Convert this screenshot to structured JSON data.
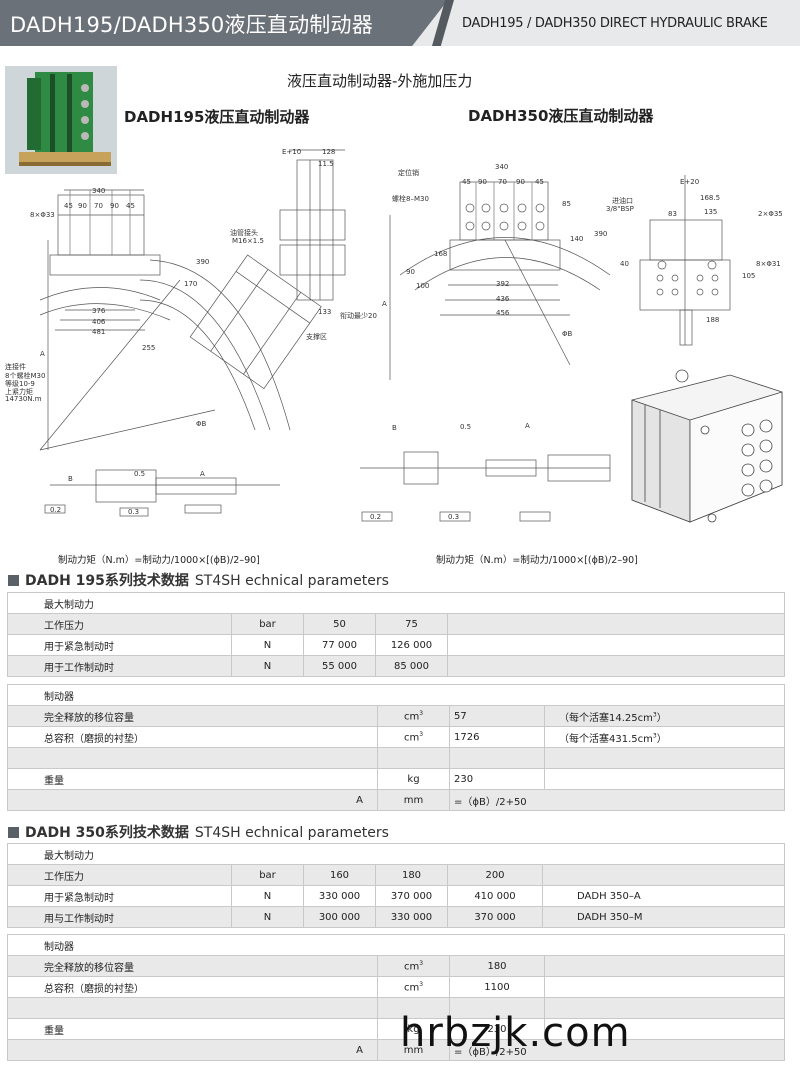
{
  "header": {
    "title_cn": "DADH195/DADH350液压直动制动器",
    "title_en": "DADH195 / DADH350 DIRECT HYDRAULIC BRAKE"
  },
  "intro": {
    "main_title": "液压直动制动器-外施加压力",
    "subtitle_195": "DADH195液压直动制动器",
    "subtitle_350": "DADH350液压直动制动器"
  },
  "drawing_labels": {
    "d195": [
      "340",
      "45",
      "90",
      "70",
      "90",
      "45",
      "8×Φ33",
      "390",
      "170",
      "376",
      "406",
      "481",
      "255",
      "E+10",
      "128",
      "11.5",
      "油管接头",
      "M16×1.5",
      "133",
      "衔动最少20",
      "连接件",
      "8个螺栓M30",
      "等级10-9",
      "上紧力矩",
      "14730N.m",
      "A",
      "ΦB",
      "支撑区",
      "0.5",
      "0.2",
      "0.3",
      "A",
      "B"
    ],
    "d350": [
      "定位销",
      "螺栓8–M30",
      "340",
      "45",
      "90",
      "70",
      "90",
      "45",
      "85",
      "140",
      "390",
      "168",
      "90",
      "100",
      "392",
      "436",
      "456",
      "ΦB",
      "A",
      "E+20",
      "168.5",
      "83",
      "135",
      "进油口",
      "3/8\"BSP",
      "2×Φ35",
      "8×Φ31",
      "105",
      "188",
      "40",
      "0.5",
      "0.2",
      "0.3",
      "A",
      "B"
    ]
  },
  "formula_195": "制动力矩（N.m）=制动力/1000×[(ϕB)/2–90]",
  "formula_350": "制动力矩（N.m）=制动力/1000×[(ϕB)/2–90]",
  "dadh195": {
    "heading_cn": "DADH 195系列技术数据",
    "heading_en": "ST4SH echnical parameters",
    "t1": {
      "group": "最大制动力",
      "rows": [
        {
          "label": "工作压力",
          "unit": "bar",
          "v1": "50",
          "v2": "75"
        },
        {
          "label": "用于紧急制动时",
          "unit": "N",
          "v1": "77 000",
          "v2": "126 000"
        },
        {
          "label": "用于工作制动时",
          "unit": "N",
          "v1": "55 000",
          "v2": "85 000"
        }
      ]
    },
    "t2": {
      "group": "制动器",
      "rows": [
        {
          "label": "完全释放的移位容量",
          "unit": "cm",
          "value": "57",
          "note": "（每个活塞14.25cm",
          "note_end": "）"
        },
        {
          "label": "总容积（磨损的衬垫）",
          "unit": "cm",
          "value": "1726",
          "note": "（每个活塞431.5cm",
          "note_end": "）"
        },
        {
          "label": "重量",
          "unit": "kg",
          "value": "230"
        },
        {
          "label": "A",
          "unit": "mm",
          "value": "=（ϕB）/2+50"
        }
      ]
    }
  },
  "dadh350": {
    "heading_cn": "DADH 350系列技术数据",
    "heading_en": "ST4SH echnical parameters",
    "t1": {
      "group": "最大制动力",
      "rows": [
        {
          "label": "工作压力",
          "unit": "bar",
          "v1": "160",
          "v2": "180",
          "v3": "200",
          "model": ""
        },
        {
          "label": "用于紧急制动时",
          "unit": "N",
          "v1": "330 000",
          "v2": "370 000",
          "v3": "410 000",
          "model": "DADH 350–A"
        },
        {
          "label": "用与工作制动时",
          "unit": "N",
          "v1": "300 000",
          "v2": "330 000",
          "v3": "370 000",
          "model": "DADH 350–M"
        }
      ]
    },
    "t2": {
      "group": "制动器",
      "rows": [
        {
          "label": "完全释放的移位容量",
          "unit": "cm",
          "value": "180"
        },
        {
          "label": "总容积（磨损的衬垫）",
          "unit": "cm",
          "value": "1100"
        },
        {
          "label": "重量",
          "unit": "kg",
          "value": "230"
        },
        {
          "label": "A",
          "unit": "mm",
          "value": "=（ϕB）/2+50"
        }
      ]
    }
  },
  "watermark": "hrbzjk.com",
  "colors": {
    "header_dark": "#6b7178",
    "row_grey": "#e9e9e9",
    "photo_green": "#2f8a43"
  }
}
